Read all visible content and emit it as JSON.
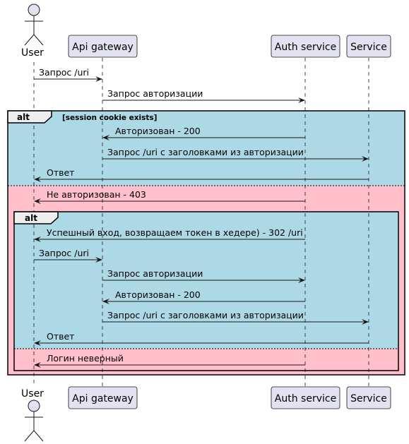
{
  "participants": {
    "user": "User",
    "api": "Api gateway",
    "auth": "Auth service",
    "service": "Service"
  },
  "colors": {
    "participant_fill": "#e2e2f0",
    "participant_stroke": "#181818",
    "alt_success_fill": "#add8e6",
    "alt_failure_fill": "#ffc0cb",
    "line": "#181818"
  },
  "alt_outer": {
    "keyword": "alt",
    "condition": "[session cookie exists]"
  },
  "alt_inner": {
    "keyword": "alt"
  },
  "messages": [
    {
      "from": "user",
      "to": "api",
      "label": "Запрос /uri"
    },
    {
      "from": "api",
      "to": "auth",
      "label": "Запрос авторизации"
    },
    {
      "from": "auth",
      "to": "api",
      "label": "Авторизован - 200"
    },
    {
      "from": "api",
      "to": "service",
      "label": "Запрос /uri с заголовками из авторизации"
    },
    {
      "from": "service",
      "to": "user",
      "label": "Ответ"
    },
    {
      "from": "auth",
      "to": "user",
      "label": "Не авторизован - 403"
    },
    {
      "from": "auth",
      "to": "user",
      "label": "Успешный вход, возвращаем токен в хедере) - 302 /uri"
    },
    {
      "from": "user",
      "to": "api",
      "label": "Запрос /uri"
    },
    {
      "from": "api",
      "to": "auth",
      "label": "Запрос авторизации"
    },
    {
      "from": "auth",
      "to": "api",
      "label": "Авторизован - 200"
    },
    {
      "from": "api",
      "to": "service",
      "label": "Запрос /uri с заголовками из авторизации"
    },
    {
      "from": "service",
      "to": "user",
      "label": "Ответ"
    },
    {
      "from": "auth",
      "to": "user",
      "label": "Логин неверный"
    }
  ]
}
